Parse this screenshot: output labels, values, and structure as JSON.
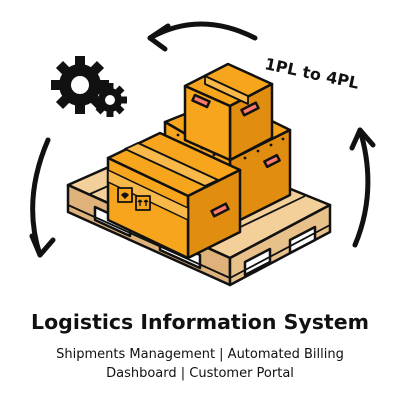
{
  "tag_text": "1PL to 4PL",
  "title": "Logistics Information System",
  "subtitle_line1": "Shipments Management | Automated Billing",
  "subtitle_line2": "Dashboard | Customer Portal",
  "colors": {
    "box": "#f7a51c",
    "box_shadow": "#e08d10",
    "pallet": "#f3cf9a",
    "pallet_shadow": "#deb27a",
    "outline": "#111111",
    "label": "#ff7a6b"
  },
  "icons": [
    "gear-icon",
    "cycle-arrow-icon"
  ]
}
